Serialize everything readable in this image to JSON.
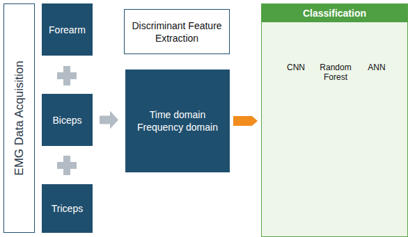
{
  "diagram": {
    "nodes": [
      {
        "text": [
          "EMG Data Acquisition"
        ]
      },
      {
        "text": [
          "Forearm"
        ]
      },
      {
        "text": [
          "Biceps"
        ]
      },
      {
        "text": [
          "Triceps"
        ]
      },
      {
        "text": [
          "Discriminant Feature Extraction"
        ]
      },
      {
        "text": [
          "Time domain",
          "Frequency domain"
        ]
      },
      {
        "text": [
          "Classification"
        ]
      }
    ],
    "edges": [
      {
        "from": 2,
        "to": 5,
        "arrow": "to"
      },
      {
        "from": 5,
        "to": 6,
        "arrow": "to"
      }
    ],
    "labels": [
      "CNN",
      "Random Forest",
      "ANN"
    ]
  }
}
